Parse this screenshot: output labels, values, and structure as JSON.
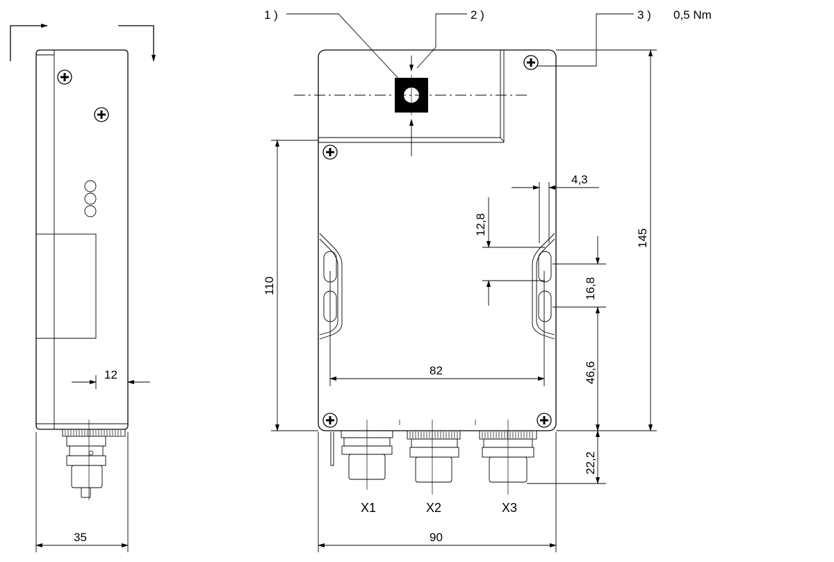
{
  "callouts": {
    "c1": "1 )",
    "c2": "2 )",
    "c3": "3 )",
    "torque": "0,5 Nm"
  },
  "dimensions": {
    "side_width": "35",
    "side_offset": "12",
    "front_width": "90",
    "total_height": "145",
    "lower_height": "110",
    "hole_spacing_h": "82",
    "slot_width": "4,3",
    "slot_offset": "12,8",
    "slot_pitch": "16,8",
    "slot_to_bottom": "46,6",
    "connector_length": "22,2"
  },
  "connectors": [
    "X1",
    "X2",
    "X3"
  ],
  "icons": [
    "screw-icon",
    "arrow-icon",
    "led-indicator-icon",
    "sensor-target-icon"
  ]
}
